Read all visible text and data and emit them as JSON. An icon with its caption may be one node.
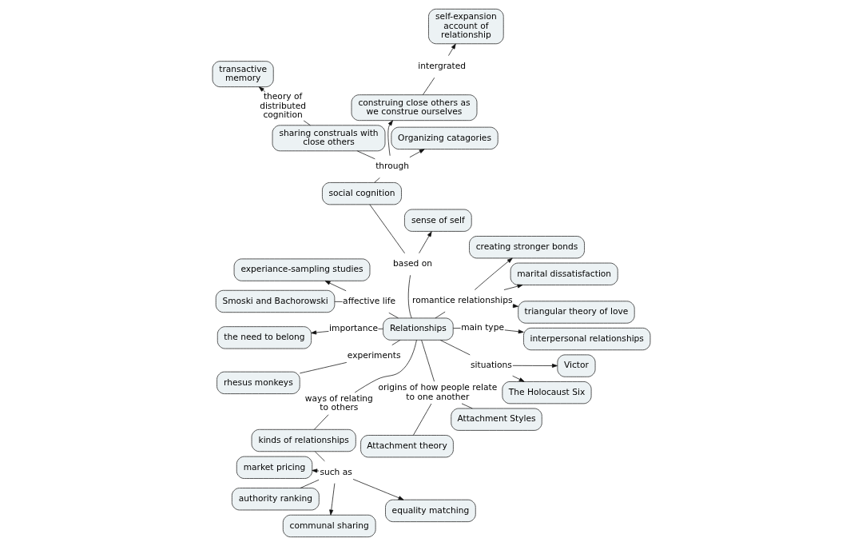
{
  "diagram": {
    "nodes": [
      {
        "text": [
          "marital dissatisfaction"
        ]
      },
      {
        "text": [
          "triangular theory of love"
        ]
      },
      {
        "text": [
          "Victor"
        ]
      },
      {
        "text": [
          "The Holocaust Six"
        ]
      },
      {
        "text": [
          "creating stronger bonds"
        ]
      },
      {
        "text": [
          "romantice relationships"
        ]
      },
      {
        "text": [
          "situations"
        ]
      },
      {
        "text": [
          "the need to belong"
        ]
      },
      {
        "text": [
          "importance"
        ]
      },
      {
        "text": [
          "sense of self"
        ]
      },
      {
        "text": [
          "based on"
        ]
      },
      {
        "text": [
          "self-expansion account of relationship"
        ]
      },
      {
        "text": [
          "interpersonal relationships"
        ]
      },
      {
        "text": [
          "main type"
        ]
      },
      {
        "text": [
          "Relationships"
        ]
      },
      {
        "text": [
          "Organizing catagories"
        ]
      },
      {
        "text": [
          "social cognition"
        ]
      },
      {
        "text": [
          "affective life"
        ]
      },
      {
        "text": [
          "experiance-sampling studies"
        ]
      },
      {
        "text": [
          "intergrated"
        ]
      },
      {
        "text": [
          "through"
        ]
      },
      {
        "text": [
          "construing close others as we construe ourselves"
        ]
      },
      {
        "text": [
          "experiments"
        ]
      },
      {
        "text": [
          "Smoski and Bachorowski"
        ]
      },
      {
        "text": [
          "ways of relating to others"
        ]
      },
      {
        "text": [
          "sharing construals with close others"
        ]
      },
      {
        "text": [
          "rhesus monkeys"
        ]
      },
      {
        "text": [
          "transactive memory"
        ]
      },
      {
        "text": [
          "origins of how people relate to one another"
        ]
      },
      {
        "text": [
          "theory of distributed cognition"
        ]
      },
      {
        "text": [
          "kinds of relationships"
        ]
      },
      {
        "text": [
          "market pricing"
        ]
      },
      {
        "text": [
          "Attachment theory"
        ]
      },
      {
        "text": [
          "such as"
        ]
      },
      {
        "text": [
          "communal sharing"
        ]
      },
      {
        "text": [
          "Attachment Styles"
        ]
      },
      {
        "text": [
          "equality matching"
        ]
      },
      {
        "text": [
          "authority ranking"
        ]
      }
    ],
    "edges": [
      {
        "from": 14,
        "to": 5,
        "arrow": "none"
      },
      {
        "from": 5,
        "to": 1,
        "arrow": "to"
      },
      {
        "from": 5,
        "to": 0,
        "arrow": "to"
      },
      {
        "from": 5,
        "to": 4,
        "arrow": "to"
      },
      {
        "from": 14,
        "to": 6,
        "arrow": "none"
      },
      {
        "from": 6,
        "to": 2,
        "arrow": "to"
      },
      {
        "from": 6,
        "to": 3,
        "arrow": "to"
      },
      {
        "from": 14,
        "to": 8,
        "arrow": "none"
      },
      {
        "from": 8,
        "to": 7,
        "arrow": "to"
      },
      {
        "from": 14,
        "to": 10,
        "arrow": "none"
      },
      {
        "from": 10,
        "to": 9,
        "arrow": "to"
      },
      {
        "from": 10,
        "to": 16,
        "arrow": "none"
      },
      {
        "from": 14,
        "to": 13,
        "arrow": "none"
      },
      {
        "from": 13,
        "to": 12,
        "arrow": "to"
      },
      {
        "from": 14,
        "to": 17,
        "arrow": "none"
      },
      {
        "from": 17,
        "to": 18,
        "arrow": "to"
      },
      {
        "from": 17,
        "to": 23,
        "arrow": "none"
      },
      {
        "from": 14,
        "to": 22,
        "arrow": "none"
      },
      {
        "from": 22,
        "to": 26,
        "arrow": "none"
      },
      {
        "from": 14,
        "to": 28,
        "arrow": "none"
      },
      {
        "from": 28,
        "to": 32,
        "arrow": "none"
      },
      {
        "from": 28,
        "to": 35,
        "arrow": "none"
      },
      {
        "from": 14,
        "to": 24,
        "arrow": "none"
      },
      {
        "from": 24,
        "to": 30,
        "arrow": "none"
      },
      {
        "from": 30,
        "to": 33,
        "arrow": "none"
      },
      {
        "from": 33,
        "to": 34,
        "arrow": "to"
      },
      {
        "from": 33,
        "to": 31,
        "arrow": "to"
      },
      {
        "from": 33,
        "to": 36,
        "arrow": "to"
      },
      {
        "from": 33,
        "to": 37,
        "arrow": "none"
      },
      {
        "from": 16,
        "to": 20,
        "arrow": "none"
      },
      {
        "from": 20,
        "to": 15,
        "arrow": "to"
      },
      {
        "from": 20,
        "to": 21,
        "arrow": "to"
      },
      {
        "from": 20,
        "to": 25,
        "arrow": "none"
      },
      {
        "from": 21,
        "to": 19,
        "arrow": "none"
      },
      {
        "from": 19,
        "to": 11,
        "arrow": "to"
      },
      {
        "from": 25,
        "to": 29,
        "arrow": "none"
      },
      {
        "from": 29,
        "to": 27,
        "arrow": "to"
      }
    ]
  }
}
